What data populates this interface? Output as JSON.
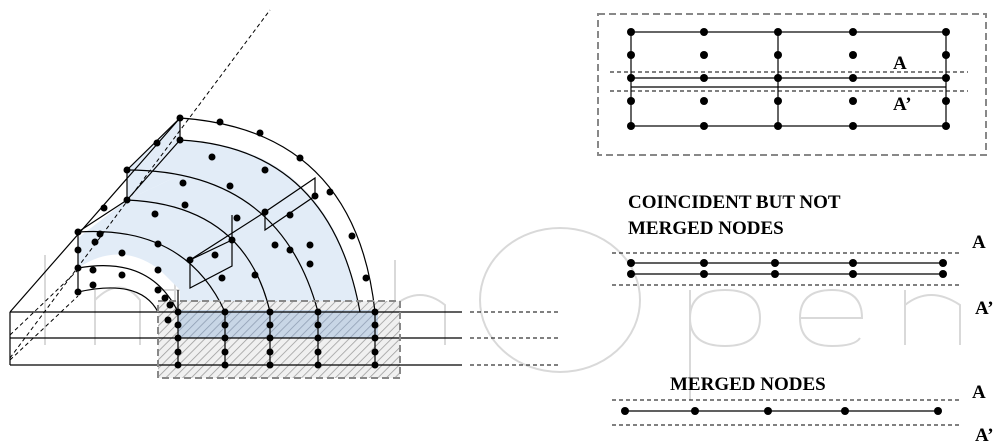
{
  "labels": {
    "coincident_title_line1": "COINCIDENT BUT NOT",
    "coincident_title_line2": "MERGED NODES",
    "merged_title": "MERGED NODES",
    "mark_a": "A",
    "mark_a_prime": "A’"
  },
  "watermark": {
    "text": "IntechOpen",
    "color": "#e0e0e0"
  },
  "colors": {
    "fill_blue": "#dfe9f5",
    "hatch": "#999999",
    "dashed_box": "#888888",
    "line": "#000000"
  }
}
